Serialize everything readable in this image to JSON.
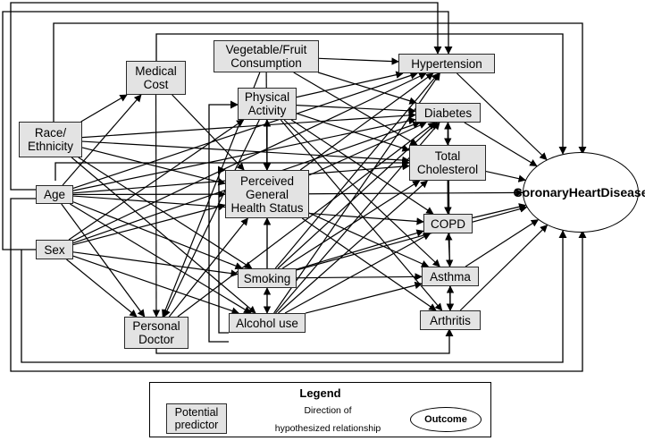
{
  "nodes": {
    "medical_cost": [
      "Medical",
      "Cost"
    ],
    "veg_fruit": [
      "Vegetable/Fruit",
      "Consumption"
    ],
    "hypertension": [
      "Hypertension"
    ],
    "physical_activity": [
      "Physical",
      "Activity"
    ],
    "diabetes": [
      "Diabetes"
    ],
    "race": [
      "Race/",
      "Ethnicity"
    ],
    "total_cholesterol": [
      "Total",
      "Cholesterol"
    ],
    "perceived_health": [
      "Perceived",
      "General",
      "Health Status"
    ],
    "age": [
      "Age"
    ],
    "copd": [
      "COPD"
    ],
    "sex": [
      "Sex"
    ],
    "smoking": [
      "Smoking"
    ],
    "asthma": [
      "Asthma"
    ],
    "personal_doctor": [
      "Personal",
      "Doctor"
    ],
    "alcohol": [
      "Alcohol use"
    ],
    "arthritis": [
      "Arthritis"
    ]
  },
  "outcome": [
    "Coronary",
    "Heart",
    "Disease"
  ],
  "legend": {
    "title": "Legend",
    "predictor": [
      "Potential",
      "predictor"
    ],
    "arrow_top": "Direction of",
    "arrow_bottom": "hypothesized relationship",
    "outcome": "Outcome"
  },
  "edges": [
    [
      "medical_cost",
      "perceived_health"
    ],
    [
      "medical_cost",
      "personal_doctor"
    ],
    [
      "race",
      "medical_cost"
    ],
    [
      "race",
      "diabetes"
    ],
    [
      "race",
      "total_cholesterol"
    ],
    [
      "race",
      "perceived_health"
    ],
    [
      "race",
      "smoking"
    ],
    [
      "race",
      "alcohol"
    ],
    [
      "age",
      "medical_cost"
    ],
    [
      "age",
      "hypertension"
    ],
    [
      "age",
      "diabetes"
    ],
    [
      "age",
      "perceived_health"
    ],
    [
      "age",
      "total_cholesterol"
    ],
    [
      "age",
      "smoking"
    ],
    [
      "age",
      "alcohol"
    ],
    [
      "age",
      "personal_doctor"
    ],
    [
      "age",
      "copd"
    ],
    [
      "sex",
      "perceived_health"
    ],
    [
      "sex",
      "physical_activity"
    ],
    [
      "sex",
      "smoking"
    ],
    [
      "sex",
      "alcohol"
    ],
    [
      "sex",
      "personal_doctor"
    ],
    [
      "sex",
      "hypertension"
    ],
    [
      "sex",
      "diabetes"
    ],
    [
      "veg_fruit",
      "hypertension"
    ],
    [
      "veg_fruit",
      "diabetes"
    ],
    [
      "veg_fruit",
      "total_cholesterol"
    ],
    [
      "veg_fruit",
      "perceived_health"
    ],
    [
      "veg_fruit",
      "personal_doctor"
    ],
    [
      "physical_activity",
      "hypertension"
    ],
    [
      "physical_activity",
      "diabetes"
    ],
    [
      "physical_activity",
      "total_cholesterol"
    ],
    [
      "physical_activity",
      "copd"
    ],
    [
      "physical_activity",
      "asthma"
    ],
    [
      "physical_activity",
      "arthritis"
    ],
    [
      "physical_activity",
      "personal_doctor"
    ],
    [
      "perceived_health",
      "outcome"
    ],
    [
      "perceived_health",
      "arthritis"
    ],
    [
      "perceived_health",
      "asthma"
    ],
    [
      "perceived_health",
      "hypertension"
    ],
    [
      "perceived_health",
      "diabetes"
    ],
    [
      "smoking",
      "perceived_health"
    ],
    [
      "smoking",
      "hypertension"
    ],
    [
      "smoking",
      "diabetes"
    ],
    [
      "smoking",
      "total_cholesterol"
    ],
    [
      "smoking",
      "copd"
    ],
    [
      "smoking",
      "asthma"
    ],
    [
      "smoking",
      "outcome"
    ],
    [
      "alcohol",
      "hypertension"
    ],
    [
      "alcohol",
      "diabetes"
    ],
    [
      "alcohol",
      "total_cholesterol"
    ],
    [
      "alcohol",
      "copd"
    ],
    [
      "alcohol",
      "asthma"
    ],
    [
      "alcohol",
      "perceived_health"
    ],
    [
      "personal_doctor",
      "perceived_health"
    ],
    [
      "personal_doctor",
      "diabetes"
    ],
    [
      "hypertension",
      "outcome"
    ],
    [
      "diabetes",
      "outcome"
    ],
    [
      "total_cholesterol",
      "outcome"
    ],
    [
      "copd",
      "outcome"
    ],
    [
      "asthma",
      "outcome"
    ],
    [
      "arthritis",
      "outcome"
    ],
    [
      "diabetes",
      "arthritis"
    ],
    [
      "total_cholesterol",
      "copd"
    ],
    [
      "diabetes",
      "copd"
    ]
  ],
  "double_edges": [
    [
      "physical_activity",
      "perceived_health"
    ],
    [
      "smoking",
      "alcohol"
    ],
    [
      "diabetes",
      "total_cholesterol"
    ],
    [
      "copd",
      "asthma"
    ],
    [
      "asthma",
      "arthritis"
    ]
  ]
}
